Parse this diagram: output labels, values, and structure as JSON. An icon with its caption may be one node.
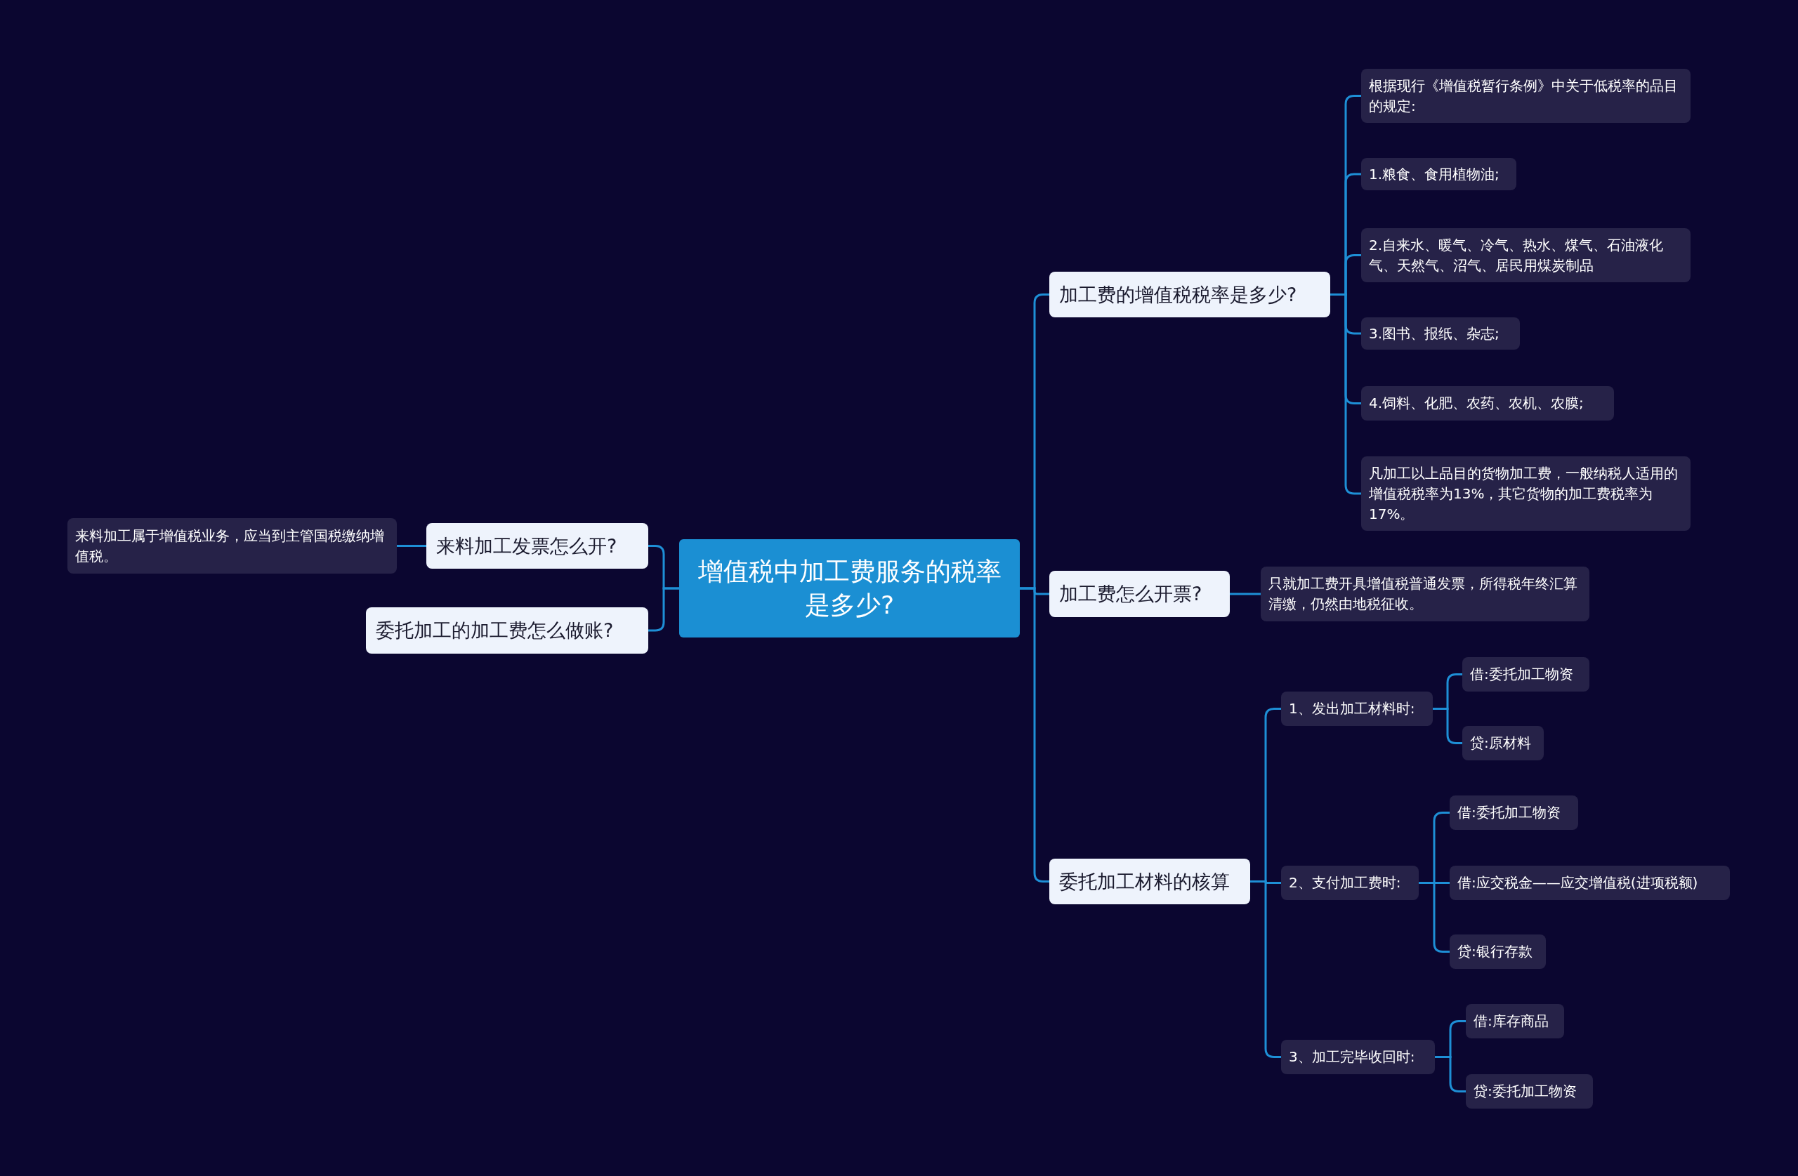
{
  "diagram": {
    "nodes": [
      {
        "text": [
          "增值税中加工费服务的税率是多少?"
        ]
      },
      {
        "text": [
          "来料加工发票怎么开?"
        ]
      },
      {
        "text": [
          "来料加工属于增值税业务，应当到主管国税缴纳增值税。"
        ]
      },
      {
        "text": [
          "委托加工的加工费怎么做账?"
        ]
      },
      {
        "text": [
          "加工费的增值税税率是多少?"
        ]
      },
      {
        "text": [
          "根据现行《增值税暂行条例》中关于低税率的品目的规定:"
        ]
      },
      {
        "text": [
          "1.粮食、食用植物油;"
        ]
      },
      {
        "text": [
          "2.自来水、暖气、冷气、热水、煤气、石油液化气、天然气、沼气、居民用煤炭制品"
        ]
      },
      {
        "text": [
          "3.图书、报纸、杂志;"
        ]
      },
      {
        "text": [
          "4.饲料、化肥、农药、农机、农膜;"
        ]
      },
      {
        "text": [
          "凡加工以上品目的货物加工费，一般纳税人适用的增值税税率为13%，其它货物的加工费税率为17%。"
        ]
      },
      {
        "text": [
          "加工费怎么开票?"
        ]
      },
      {
        "text": [
          "只就加工费开具增值税普通发票，所得税年终汇算清缴，仍然由地税征收。"
        ]
      },
      {
        "text": [
          "委托加工材料的核算"
        ]
      },
      {
        "text": [
          "1、发出加工材料时:"
        ]
      },
      {
        "text": [
          "借:委托加工物资"
        ]
      },
      {
        "text": [
          "贷:原材料"
        ]
      },
      {
        "text": [
          "2、支付加工费时:"
        ]
      },
      {
        "text": [
          "借:委托加工物资"
        ]
      },
      {
        "text": [
          "借:应交税金——应交增值税(进项税额)"
        ]
      },
      {
        "text": [
          "贷:银行存款"
        ]
      },
      {
        "text": [
          "3、加工完毕收回时:"
        ]
      },
      {
        "text": [
          "借:库存商品"
        ]
      },
      {
        "text": [
          "贷:委托加工物资"
        ]
      }
    ],
    "edges": [
      {
        "from": 0,
        "to": 1,
        "arrow": "none"
      },
      {
        "from": 1,
        "to": 2,
        "arrow": "none"
      },
      {
        "from": 0,
        "to": 3,
        "arrow": "none"
      },
      {
        "from": 0,
        "to": 4,
        "arrow": "none"
      },
      {
        "from": 4,
        "to": 5,
        "arrow": "none"
      },
      {
        "from": 4,
        "to": 6,
        "arrow": "none"
      },
      {
        "from": 4,
        "to": 7,
        "arrow": "none"
      },
      {
        "from": 4,
        "to": 8,
        "arrow": "none"
      },
      {
        "from": 4,
        "to": 9,
        "arrow": "none"
      },
      {
        "from": 4,
        "to": 10,
        "arrow": "none"
      },
      {
        "from": 0,
        "to": 11,
        "arrow": "none"
      },
      {
        "from": 11,
        "to": 12,
        "arrow": "none"
      },
      {
        "from": 0,
        "to": 13,
        "arrow": "none"
      },
      {
        "from": 13,
        "to": 14,
        "arrow": "none"
      },
      {
        "from": 14,
        "to": 15,
        "arrow": "none"
      },
      {
        "from": 14,
        "to": 16,
        "arrow": "none"
      },
      {
        "from": 13,
        "to": 17,
        "arrow": "none"
      },
      {
        "from": 17,
        "to": 18,
        "arrow": "none"
      },
      {
        "from": 17,
        "to": 19,
        "arrow": "none"
      },
      {
        "from": 17,
        "to": 20,
        "arrow": "none"
      },
      {
        "from": 13,
        "to": 21,
        "arrow": "none"
      },
      {
        "from": 21,
        "to": 22,
        "arrow": "none"
      },
      {
        "from": 21,
        "to": 23,
        "arrow": "none"
      }
    ]
  }
}
